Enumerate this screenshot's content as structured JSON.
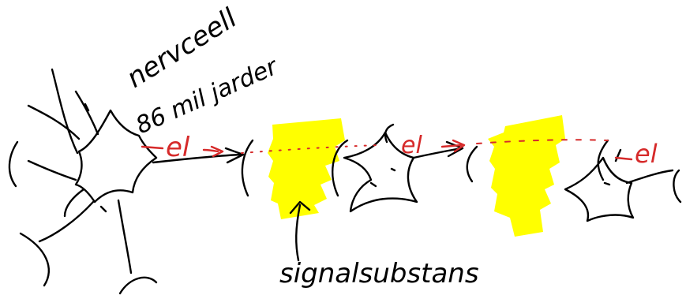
{
  "labels": {
    "cell": "nervceell",
    "count": "86 mil jarder",
    "substance": "signalsubstans",
    "el_1": "el",
    "el_2": "el",
    "el_3": "el"
  },
  "colors": {
    "ink": "#000000",
    "signal": "#d62a2a",
    "highlight": "#ffff00"
  }
}
